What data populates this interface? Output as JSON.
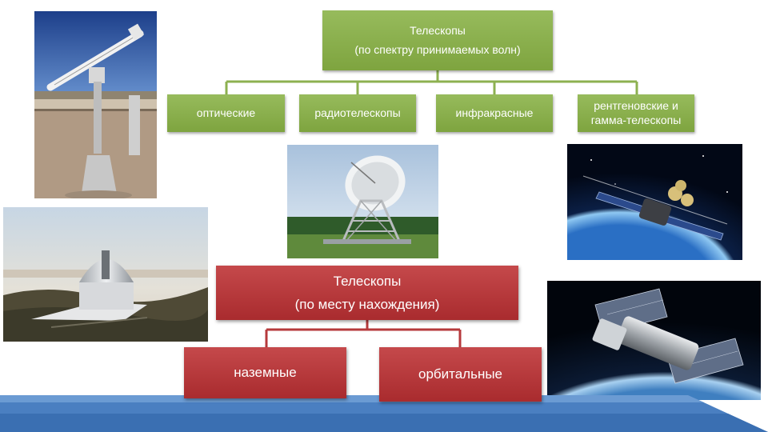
{
  "spectrum_tree": {
    "root": {
      "line1": "Телескопы",
      "line2": "(по спектру принимаемых волн)"
    },
    "children": [
      {
        "label": "оптические"
      },
      {
        "label": "радиотелескопы"
      },
      {
        "label": "инфракрасные"
      },
      {
        "line1": "рентгеновские и",
        "line2": "гамма-телескопы"
      }
    ]
  },
  "location_tree": {
    "root": {
      "line1": "Телескопы",
      "line2": "(по месту нахождения)"
    },
    "children": [
      {
        "label": "наземные"
      },
      {
        "label": "орбитальные"
      }
    ]
  },
  "colors": {
    "green_box": "#8db150",
    "green_line": "#8db150",
    "red_box": "#b63a3c",
    "red_line": "#b63a3c",
    "band_blue": "#4a7fc1"
  },
  "images": [
    {
      "name": "optical-refractor-telescope-photo"
    },
    {
      "name": "ground-observatory-dome-photo"
    },
    {
      "name": "radio-telescope-dish-photo"
    },
    {
      "name": "xray-gamma-satellite-photo"
    },
    {
      "name": "orbital-space-telescope-photo"
    }
  ]
}
